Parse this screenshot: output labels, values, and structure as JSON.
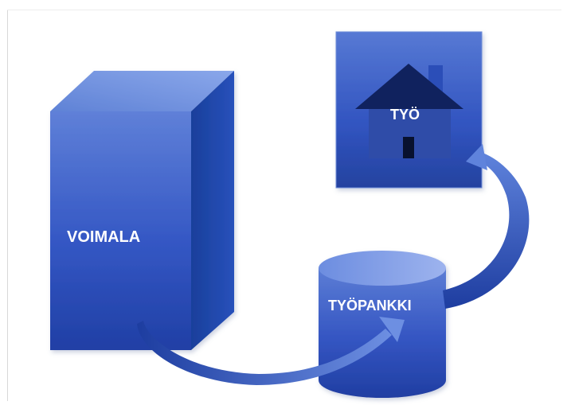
{
  "diagram": {
    "power_plant_label": "VOIMALA",
    "work_label": "TYÖ",
    "work_bank_label": "TYÖPANKKI"
  }
}
